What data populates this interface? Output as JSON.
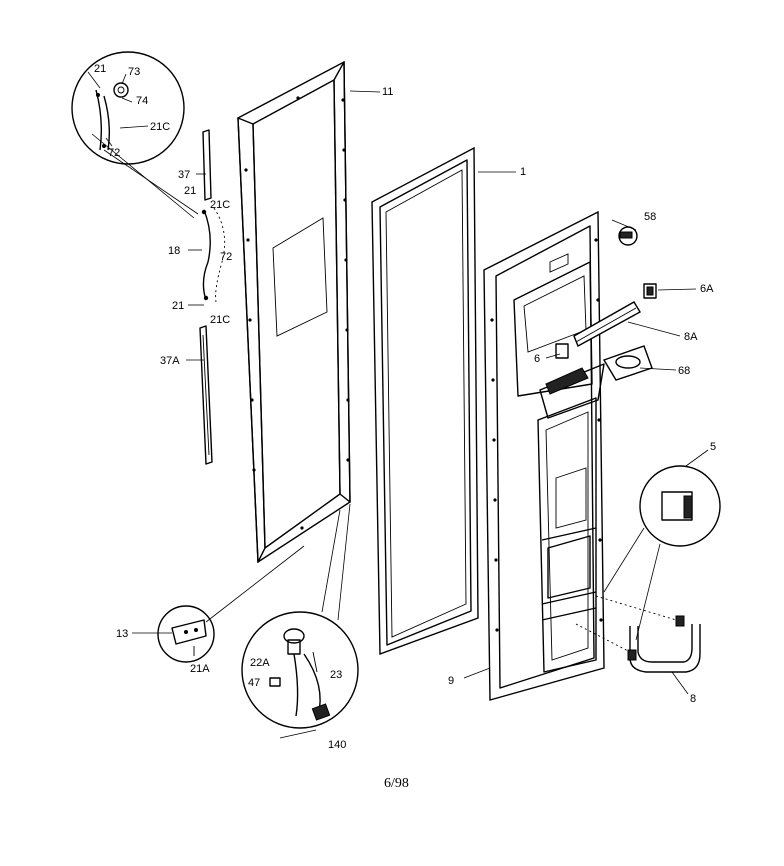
{
  "labels": {
    "l11": "11",
    "l1": "1",
    "l58": "58",
    "l6A": "6A",
    "l8A": "8A",
    "l6": "6",
    "l68": "68",
    "l5": "5",
    "l8": "8",
    "l9": "9",
    "l37": "37",
    "l21a": "21",
    "l21C_a": "21C",
    "l18": "18",
    "l72a": "72",
    "l21b": "21",
    "l21C_b": "21C",
    "l37A": "37A",
    "l13": "13",
    "l21A": "21A",
    "l22A": "22A",
    "l47": "47",
    "l23": "23",
    "l140": "140",
    "l21c": "21",
    "l73": "73",
    "l74": "74",
    "l21C_c": "21C",
    "l72b": "72"
  },
  "footer": {
    "page_code": "6/98"
  }
}
